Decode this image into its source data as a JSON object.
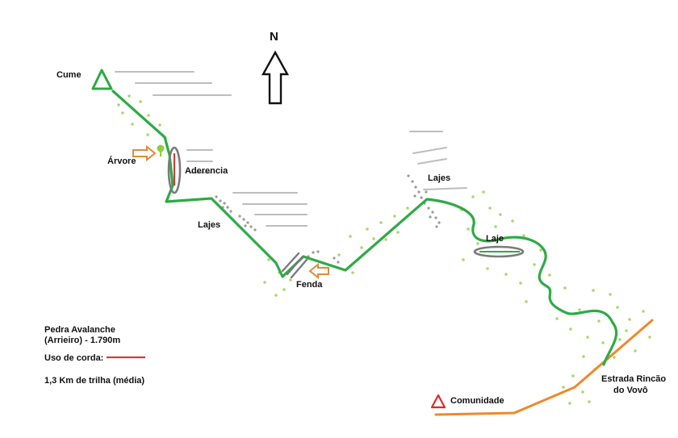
{
  "colors": {
    "trail": "#2eaa46",
    "road": "#f0882a",
    "rope": "#d23c3c",
    "summit_marker": "#2eaa46",
    "community_marker": "#d92a2a",
    "vegetation": "#a8d96a",
    "tree": "#8dd03a",
    "rock": "#9a9a9a",
    "slope_lines": "#bdbdbd",
    "pointer_arrow": "#e08a38"
  },
  "north": {
    "letter": "N",
    "icon": "north-arrow-icon"
  },
  "places": {
    "cume": "Cume",
    "arvore": "Árvore",
    "aderencia": "Aderencia",
    "lajes_1": "Lajes",
    "lajes_2": "Lajes",
    "fenda": "Fenda",
    "laje": "Laje",
    "comunidade": "Comunidade",
    "estrada_line1": "Estrada Rincão",
    "estrada_line2": "do Vovô"
  },
  "legend": {
    "title_line1": "Pedra Avalanche",
    "title_line2": "(Arrieiro) - 1.790m",
    "rope_label": "Uso de corda:",
    "distance": "1,3 Km de trilha (média)"
  }
}
